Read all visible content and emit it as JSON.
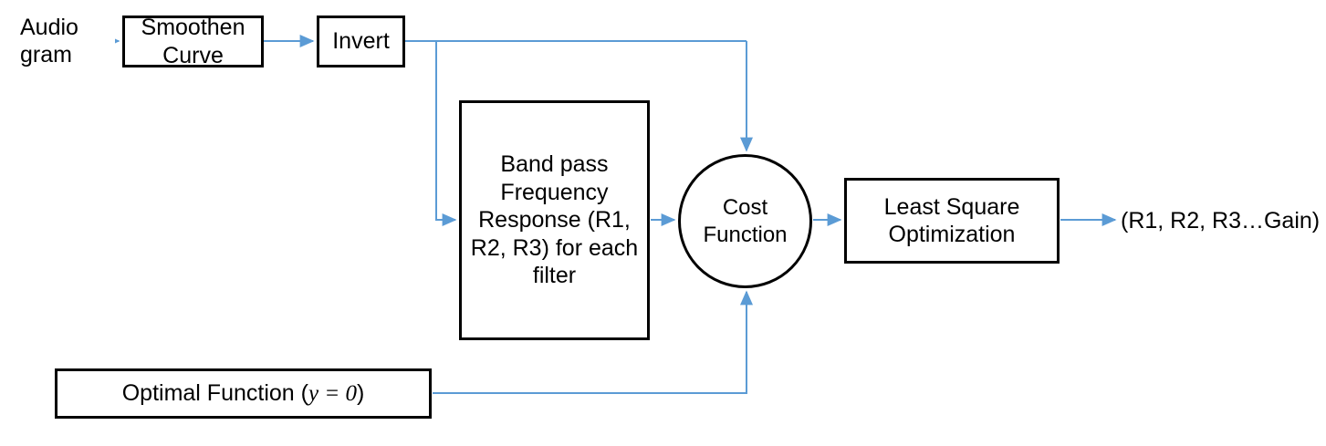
{
  "diagram": {
    "title": "Audiogram filter optimization flowchart",
    "colors": {
      "connector": "#5B9BD5",
      "node_border": "#000000",
      "node_fill": "#FFFFFF",
      "text": "#000000",
      "background": "#FFFFFF"
    },
    "nodes": [
      {
        "id": "audiogram",
        "shape": "text",
        "label": "Audio\ngram"
      },
      {
        "id": "smoothen",
        "shape": "rectangle",
        "label": "Smoothen\nCurve"
      },
      {
        "id": "invert",
        "shape": "rectangle",
        "label": "Invert"
      },
      {
        "id": "bandpass",
        "shape": "rectangle",
        "label": "Band pass\nFrequency\nResponse (R1,\nR2, R3) for each\nfilter"
      },
      {
        "id": "costfunction",
        "shape": "circle",
        "label": "Cost\nFunction"
      },
      {
        "id": "leastsquare",
        "shape": "rectangle",
        "label": "Least Square\nOptimization"
      },
      {
        "id": "output",
        "shape": "text",
        "label": "(R1, R2, R3…Gain)"
      },
      {
        "id": "optimal",
        "shape": "rectangle",
        "label_prefix": "Optimal Function (",
        "label_math": "y",
        "label_middle": " = 0",
        "label_suffix": ")",
        "label": "Optimal Function (y = 0)"
      }
    ],
    "connectors": [
      {
        "id": "audiogram-to-smoothen",
        "from": "audiogram",
        "to": "smoothen",
        "arrow": true
      },
      {
        "id": "smoothen-to-invert",
        "from": "smoothen",
        "to": "invert",
        "arrow": true
      },
      {
        "id": "invert-to-bandpass",
        "from": "invert",
        "to": "bandpass",
        "arrow": true
      },
      {
        "id": "invert-to-costfunction",
        "from": "invert",
        "to": "costfunction",
        "arrow": true
      },
      {
        "id": "bandpass-to-costfunction",
        "from": "bandpass",
        "to": "costfunction",
        "arrow": true
      },
      {
        "id": "optimal-to-costfunction",
        "from": "optimal",
        "to": "costfunction",
        "arrow": true
      },
      {
        "id": "costfunction-to-leastsquare",
        "from": "costfunction",
        "to": "leastsquare",
        "arrow": true
      },
      {
        "id": "leastsquare-to-output",
        "from": "leastsquare",
        "to": "output",
        "arrow": true
      }
    ]
  }
}
